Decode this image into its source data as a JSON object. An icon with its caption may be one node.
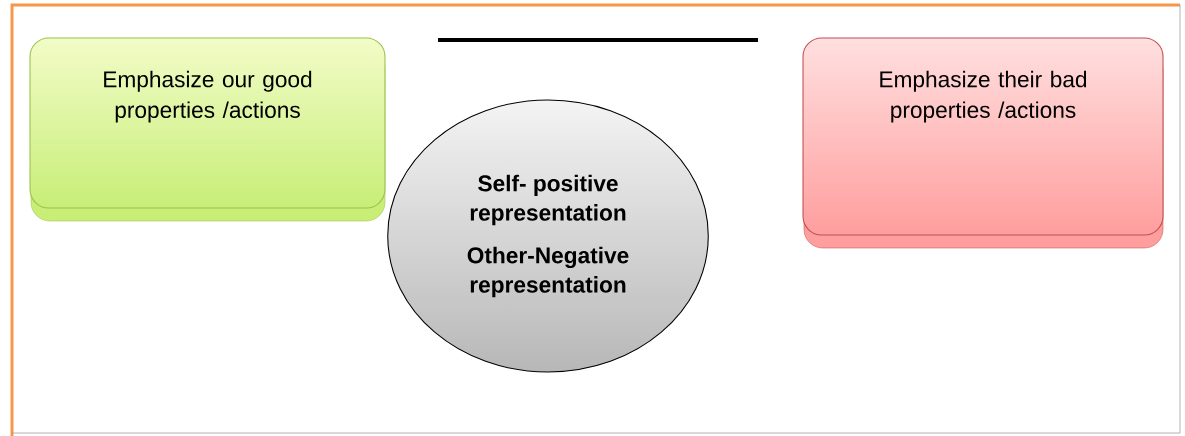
{
  "diagram": {
    "nodes": [
      {
        "text": [
          "Emphasize our good properties /actions"
        ]
      },
      {
        "text": [
          "Self- positive representation",
          "Other-Negative representation"
        ]
      },
      {
        "text": [
          "Emphasize their bad properties /actions"
        ]
      }
    ]
  }
}
